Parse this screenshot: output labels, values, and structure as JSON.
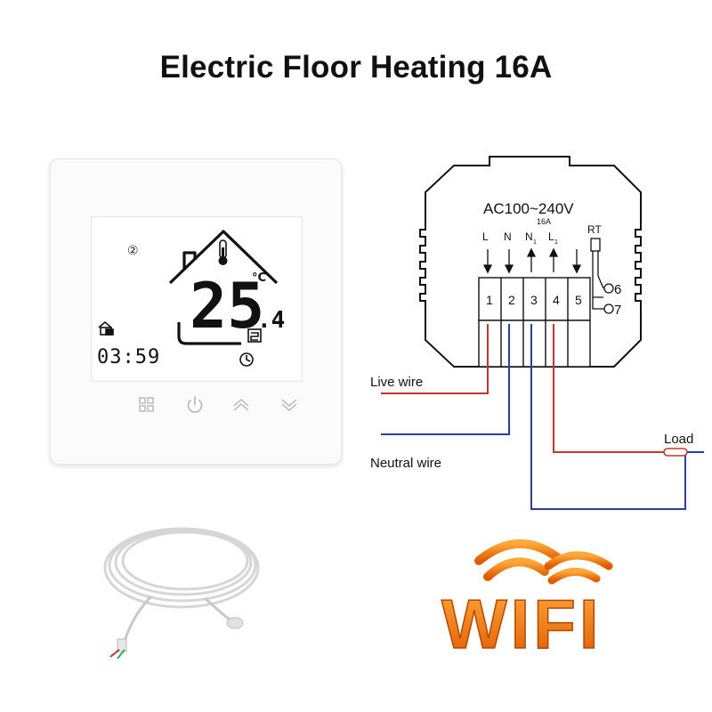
{
  "title": "Electric Floor Heating 16A",
  "thermostat": {
    "mode_indicator": "②",
    "temperature_int": "25",
    "temperature_dec": ".4",
    "unit": "°C",
    "clock": "03:59",
    "buttons": [
      "menu-icon",
      "power-icon",
      "chevron-up-icon",
      "chevron-down-icon"
    ]
  },
  "wiring": {
    "voltage": "AC100~240V",
    "current": "16A",
    "sensor_label": "RT",
    "terminal_labels": [
      "L",
      "N",
      "N",
      "L"
    ],
    "terminal_subscripts": [
      "1",
      "1"
    ],
    "terminals": [
      "1",
      "2",
      "3",
      "4",
      "5"
    ],
    "sensor_terminals": [
      "6",
      "7"
    ],
    "live_wire_label": "Live wire",
    "neutral_wire_label": "Neutral wire",
    "load_label": "Load",
    "live_color": "#c0392b",
    "neutral_color": "#2c3e9e"
  },
  "wifi_logo": {
    "text": "WIFI",
    "color": "#f07a10"
  }
}
